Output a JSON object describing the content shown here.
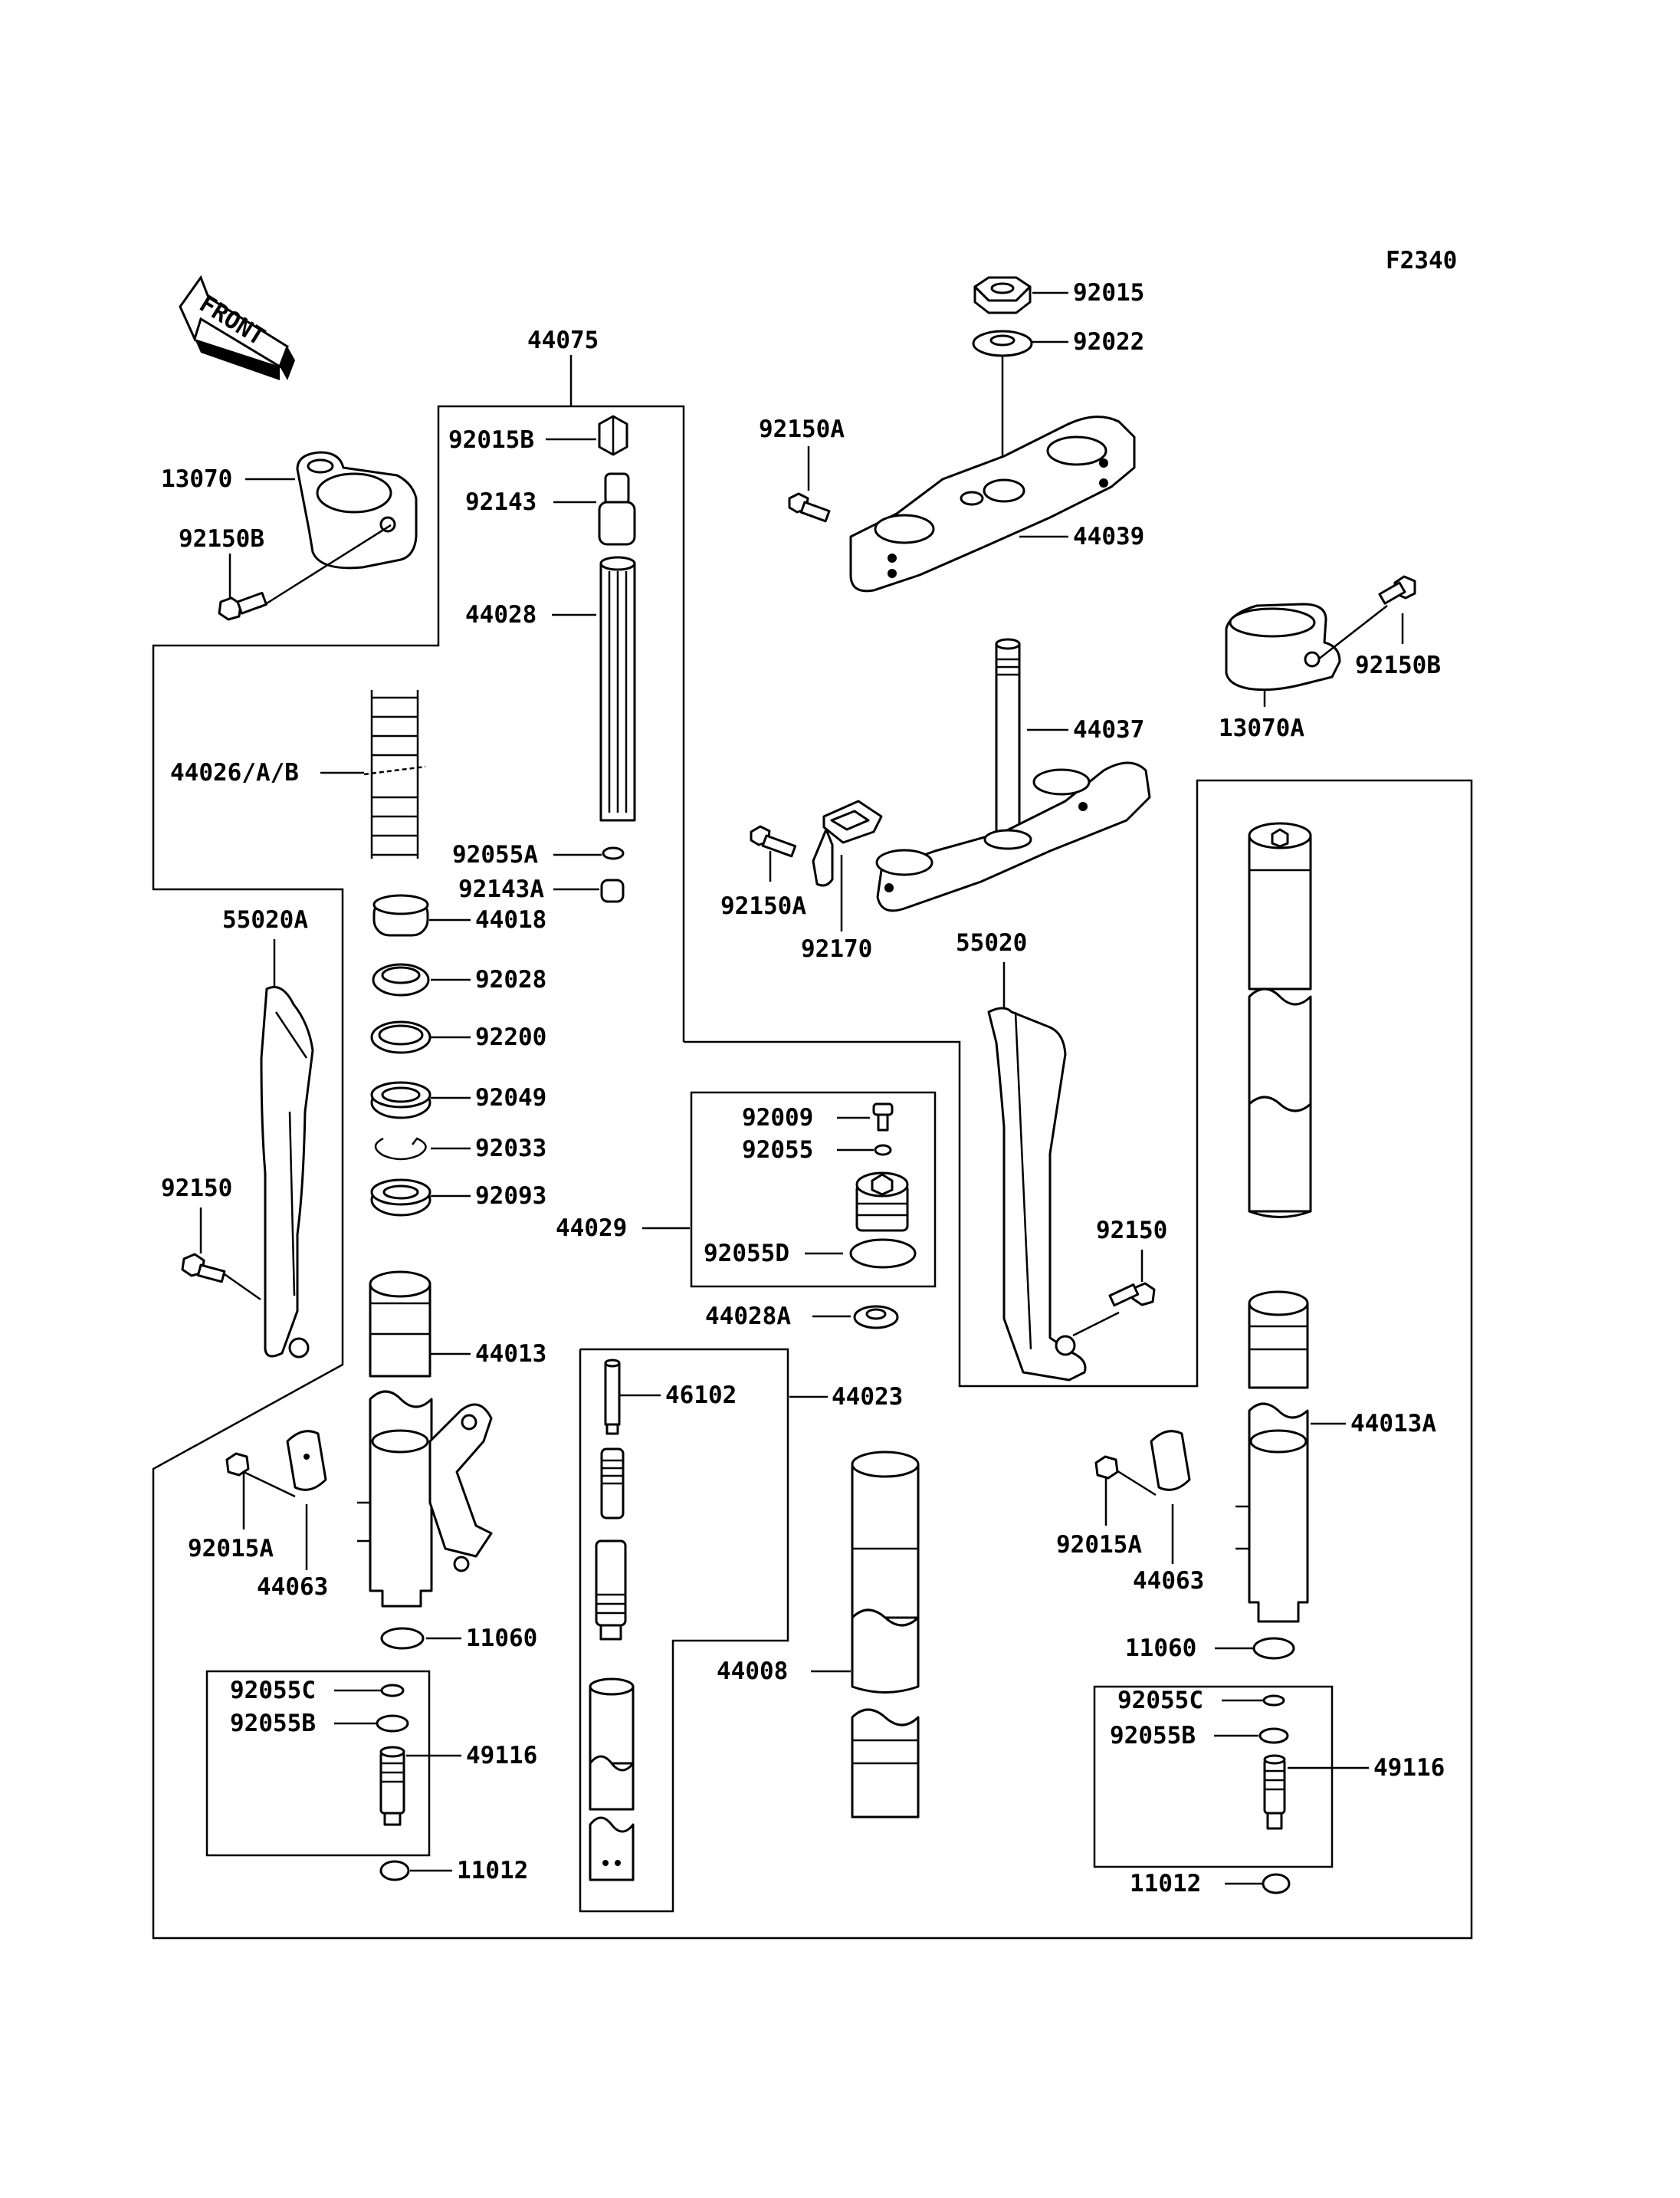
{
  "diagram_code": "F2340",
  "front_label": "FRONT",
  "labels": {
    "l44075": "44075",
    "l92015b": "92015B",
    "l92143": "92143",
    "l44028": "44028",
    "l44026": "44026/A/B",
    "l92055a": "92055A",
    "l92143a": "92143A",
    "l44018": "44018",
    "l92028": "92028",
    "l92200": "92200",
    "l92049": "92049",
    "l92033": "92033",
    "l92093": "92093",
    "l44013": "44013",
    "l92015a_l": "92015A",
    "l44063_l": "44063",
    "l11060_l": "11060",
    "l92055c_l": "92055C",
    "l92055b_l": "92055B",
    "l49116_l": "49116",
    "l11012_l": "11012",
    "l13070": "13070",
    "l92150b_l": "92150B",
    "l55020a": "55020A",
    "l92150_l": "92150",
    "l92015": "92015",
    "l92022": "92022",
    "l92150a_t": "92150A",
    "l44039": "44039",
    "l13070a": "13070A",
    "l92150b_r": "92150B",
    "l44037": "44037",
    "l92150a_m": "92150A",
    "l92170": "92170",
    "l55020": "55020",
    "l92150_r": "92150",
    "l92009": "92009",
    "l92055": "92055",
    "l44029": "44029",
    "l92055d": "92055D",
    "l44028a": "44028A",
    "l46102": "46102",
    "l44023": "44023",
    "l44008": "44008",
    "l44013a": "44013A",
    "l92015a_r": "92015A",
    "l44063_r": "44063",
    "l11060_r": "11060",
    "l92055c_r": "92055C",
    "l92055b_r": "92055B",
    "l49116_r": "49116",
    "l11012_r": "11012"
  }
}
